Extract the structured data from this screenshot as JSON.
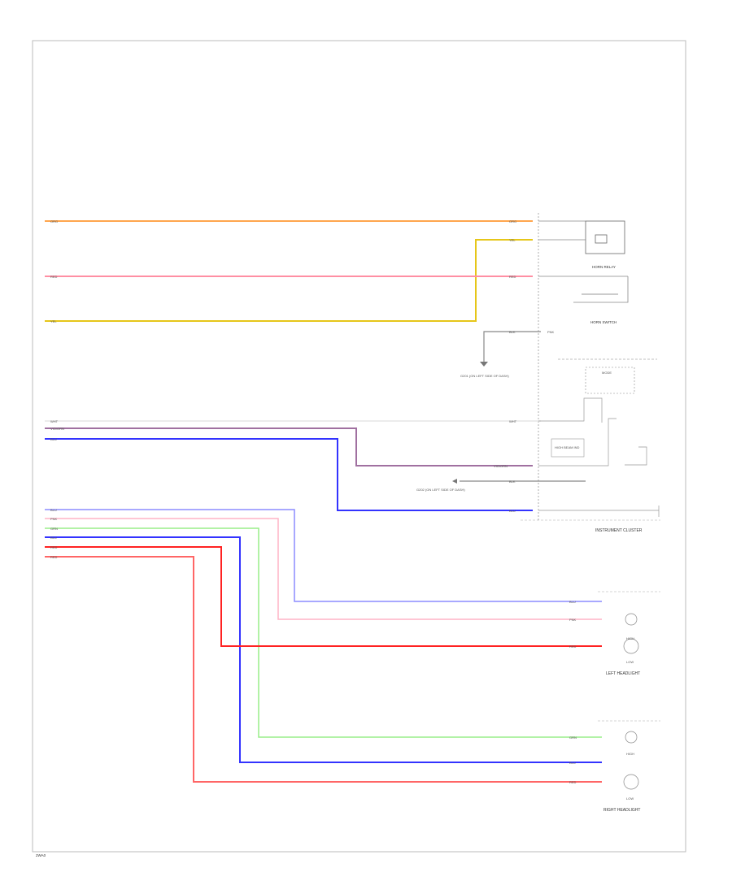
{
  "diagram": {
    "footer_code": "2WA0",
    "wire_colors": {
      "orange": "#ffa64d",
      "yellow": "#e6c619",
      "pink_red": "#ff8fa3",
      "violet": "#a070a0",
      "blue": "#3333ff",
      "light_blue": "#8c8cff",
      "light_pink": "#ffb3c6",
      "green": "#33cc33",
      "light_green": "#99ee88",
      "red": "#ff2222",
      "gray": "#888888"
    },
    "left_wires": [
      {
        "code": "ORG"
      },
      {
        "code": "RED"
      },
      {
        "code": "YEL"
      },
      {
        "code": "WHT"
      },
      {
        "code": "VIO/ORN"
      },
      {
        "code": "BLU"
      },
      {
        "code": "BLU"
      },
      {
        "code": "PNK"
      },
      {
        "code": "GRN"
      },
      {
        "code": "BLU"
      },
      {
        "code": "RED"
      },
      {
        "code": "RED"
      }
    ],
    "right_wires": {
      "orange": "ORG",
      "yellow": "YEL",
      "red": "RED",
      "gray1": "BLK",
      "gray1_b": "PNK",
      "gray2": "WHT",
      "violet": "VIO/ORN",
      "gray3": "BLK",
      "blue": "BLU",
      "hl_blue": "BLU",
      "hl_pink": "PNK",
      "hl_red": "RED",
      "hl_green": "GRN",
      "hl_blue2": "BLU",
      "hl_red2": "RED"
    },
    "components": {
      "horn_relay": "HORN RELAY",
      "horn_switch": "HORN SWITCH",
      "mode_box": "MODE",
      "ground_1": "G201 (ON LEFT SIDE OF DASH)",
      "ground_2": "G202 (ON LEFT SIDE OF DASH)",
      "instrument_cluster": "INSTRUMENT CLUSTER",
      "left_headlight": "LEFT HEADLIGHT",
      "right_headlight": "RIGHT HEADLIGHT",
      "low": "LOW",
      "high": "HIGH",
      "high_beam_ind": "HIGH BEAM IND"
    }
  }
}
